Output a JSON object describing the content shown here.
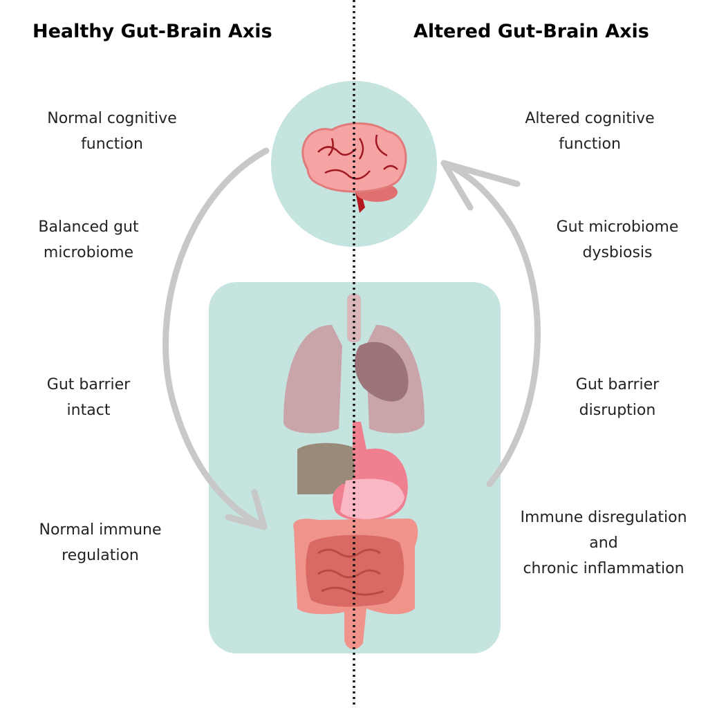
{
  "left": {
    "title": "Healthy Gut-Brain Axis",
    "labels": [
      {
        "l1": "Normal cognitive",
        "l2": "function"
      },
      {
        "l1": "Balanced gut",
        "l2": "microbiome"
      },
      {
        "l1": "Gut barrier",
        "l2": "intact"
      },
      {
        "l1": "Normal immune",
        "l2": "regulation"
      }
    ]
  },
  "right": {
    "title": "Altered Gut-Brain Axis",
    "labels": [
      {
        "l1": "Altered cognitive",
        "l2": "function"
      },
      {
        "l1": "Gut microbiome",
        "l2": "dysbiosis"
      },
      {
        "l1": "Gut barrier",
        "l2": "disruption"
      },
      {
        "l1": "Immune disregulation",
        "l2": "and",
        "l3": "chronic inflammation"
      }
    ]
  },
  "colors": {
    "panel": "#c5e3df",
    "arrow": "#c8c8c8",
    "brain": "#f29a9a",
    "lung": "#c9a4a8",
    "liver": "#9a8a7a",
    "stomach": "#f07f90",
    "intestine": "#e87a72"
  }
}
